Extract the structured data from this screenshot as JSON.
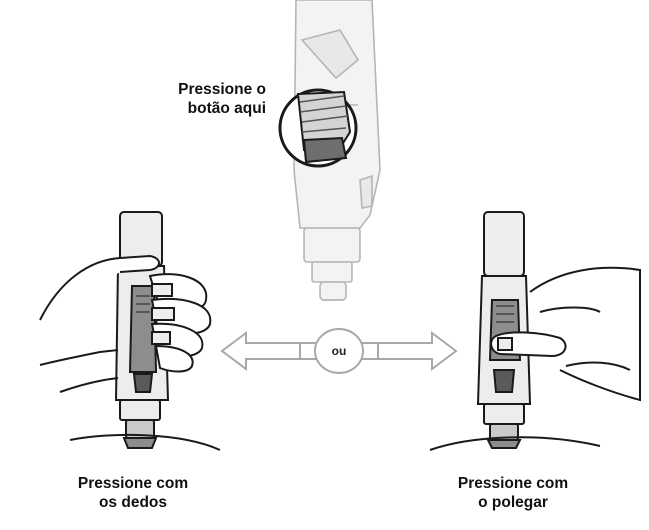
{
  "labels": {
    "top_line1": "Pressione o",
    "top_line2": "botão aqui",
    "left_line1": "Pressione com",
    "left_line2": "os dedos",
    "right_line1": "Pressione com",
    "right_line2": "o polegar",
    "or": "ou"
  },
  "colors": {
    "outline": "#1a1a1a",
    "pen_light": "#ededed",
    "pen_mid": "#c9c9c9",
    "pen_dark": "#8d8d8d",
    "faded_outline": "#b5b5b5",
    "faded_fill": "#f3f3f3",
    "arrow_outline": "#a8a8a8"
  }
}
